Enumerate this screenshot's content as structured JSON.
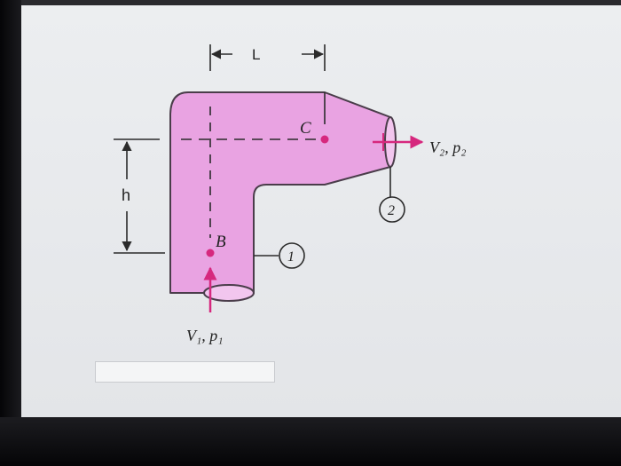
{
  "diagram": {
    "labels": {
      "length": "L",
      "height": "h",
      "point_b": "B",
      "point_c": "C",
      "section_1": "1",
      "section_2": "2",
      "inlet": "V₁, p₁",
      "outlet": "V₂, p₂"
    },
    "colors": {
      "pipe_fill": "#e9a3e2",
      "pipe_outline": "#4a3d4a",
      "accent_magenta": "#d6287e",
      "line": "#2b2b2b"
    }
  },
  "answer_box": {
    "value": ""
  }
}
